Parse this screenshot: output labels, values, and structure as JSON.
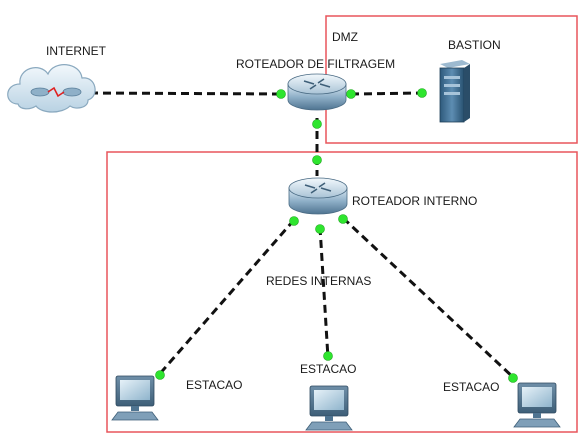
{
  "zones": {
    "dmz": {
      "label": "DMZ",
      "border_color": "#e8555b"
    },
    "internal": {
      "label": "REDES INTERNAS",
      "border_color": "#e8555b"
    }
  },
  "devices": {
    "internet": {
      "label": "INTERNET",
      "icon": "cloud-icon"
    },
    "filter_router": {
      "label": "ROTEADOR DE FILTRAGEM",
      "icon": "router-icon"
    },
    "bastion": {
      "label": "BASTION",
      "icon": "server-icon"
    },
    "internal_router": {
      "label": "ROTEADOR INTERNO",
      "icon": "router-icon"
    },
    "station_left": {
      "label": "ESTACAO",
      "icon": "pc-icon"
    },
    "station_center": {
      "label": "ESTACAO",
      "icon": "pc-icon"
    },
    "station_right": {
      "label": "ESTACAO",
      "icon": "pc-icon"
    }
  },
  "links": [
    {
      "from": "INTERNET",
      "to": "ROTEADOR DE FILTRAGEM"
    },
    {
      "from": "ROTEADOR DE FILTRAGEM",
      "to": "BASTION"
    },
    {
      "from": "ROTEADOR DE FILTRAGEM",
      "to": "ROTEADOR INTERNO"
    },
    {
      "from": "ROTEADOR INTERNO",
      "to": "ESTACAO"
    },
    {
      "from": "ROTEADOR INTERNO",
      "to": "ESTACAO"
    },
    {
      "from": "ROTEADOR INTERNO",
      "to": "ESTACAO"
    }
  ],
  "colors": {
    "link": "#111111",
    "link_status_up": "#2ee52e",
    "zone_border": "#e8555b"
  }
}
